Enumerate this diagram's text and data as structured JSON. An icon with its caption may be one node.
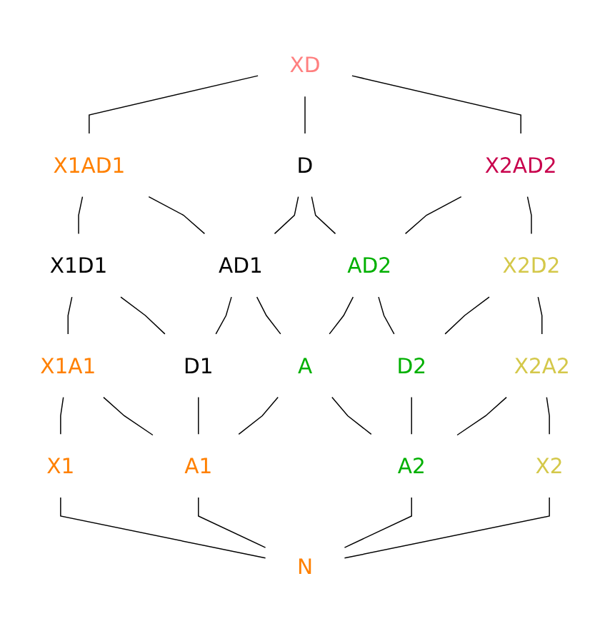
{
  "diagram": {
    "nodes": [
      {
        "text": [
          "XD"
        ]
      },
      {
        "text": [
          "X1AD1"
        ]
      },
      {
        "text": [
          "D"
        ]
      },
      {
        "text": [
          "X2AD2"
        ]
      },
      {
        "text": [
          "X1D1"
        ]
      },
      {
        "text": [
          "AD1"
        ]
      },
      {
        "text": [
          "AD2"
        ]
      },
      {
        "text": [
          "X2D2"
        ]
      },
      {
        "text": [
          "X1A1"
        ]
      },
      {
        "text": [
          "D1"
        ]
      },
      {
        "text": [
          "A"
        ]
      },
      {
        "text": [
          "D2"
        ]
      },
      {
        "text": [
          "X2A2"
        ]
      },
      {
        "text": [
          "X1"
        ]
      },
      {
        "text": [
          "A1"
        ]
      },
      {
        "text": [
          "A2"
        ]
      },
      {
        "text": [
          "X2"
        ]
      },
      {
        "text": [
          "N"
        ]
      }
    ],
    "edges": [
      {
        "from": 0,
        "to": 1,
        "arrow": "none"
      },
      {
        "from": 0,
        "to": 2,
        "arrow": "none"
      },
      {
        "from": 0,
        "to": 3,
        "arrow": "none"
      },
      {
        "from": 1,
        "to": 4,
        "arrow": "none"
      },
      {
        "from": 1,
        "to": 5,
        "arrow": "none"
      },
      {
        "from": 2,
        "to": 5,
        "arrow": "none"
      },
      {
        "from": 2,
        "to": 6,
        "arrow": "none"
      },
      {
        "from": 3,
        "to": 6,
        "arrow": "none"
      },
      {
        "from": 3,
        "to": 7,
        "arrow": "none"
      },
      {
        "from": 4,
        "to": 8,
        "arrow": "none"
      },
      {
        "from": 4,
        "to": 9,
        "arrow": "none"
      },
      {
        "from": 5,
        "to": 9,
        "arrow": "none"
      },
      {
        "from": 5,
        "to": 10,
        "arrow": "none"
      },
      {
        "from": 6,
        "to": 10,
        "arrow": "none"
      },
      {
        "from": 6,
        "to": 11,
        "arrow": "none"
      },
      {
        "from": 7,
        "to": 11,
        "arrow": "none"
      },
      {
        "from": 7,
        "to": 12,
        "arrow": "none"
      },
      {
        "from": 8,
        "to": 13,
        "arrow": "none"
      },
      {
        "from": 8,
        "to": 14,
        "arrow": "none"
      },
      {
        "from": 9,
        "to": 14,
        "arrow": "none"
      },
      {
        "from": 10,
        "to": 14,
        "arrow": "none"
      },
      {
        "from": 10,
        "to": 15,
        "arrow": "none"
      },
      {
        "from": 11,
        "to": 15,
        "arrow": "none"
      },
      {
        "from": 12,
        "to": 15,
        "arrow": "none"
      },
      {
        "from": 12,
        "to": 16,
        "arrow": "none"
      },
      {
        "from": 13,
        "to": 17,
        "arrow": "none"
      },
      {
        "from": 14,
        "to": 17,
        "arrow": "none"
      },
      {
        "from": 15,
        "to": 17,
        "arrow": "none"
      },
      {
        "from": 16,
        "to": 17,
        "arrow": "none"
      }
    ]
  }
}
